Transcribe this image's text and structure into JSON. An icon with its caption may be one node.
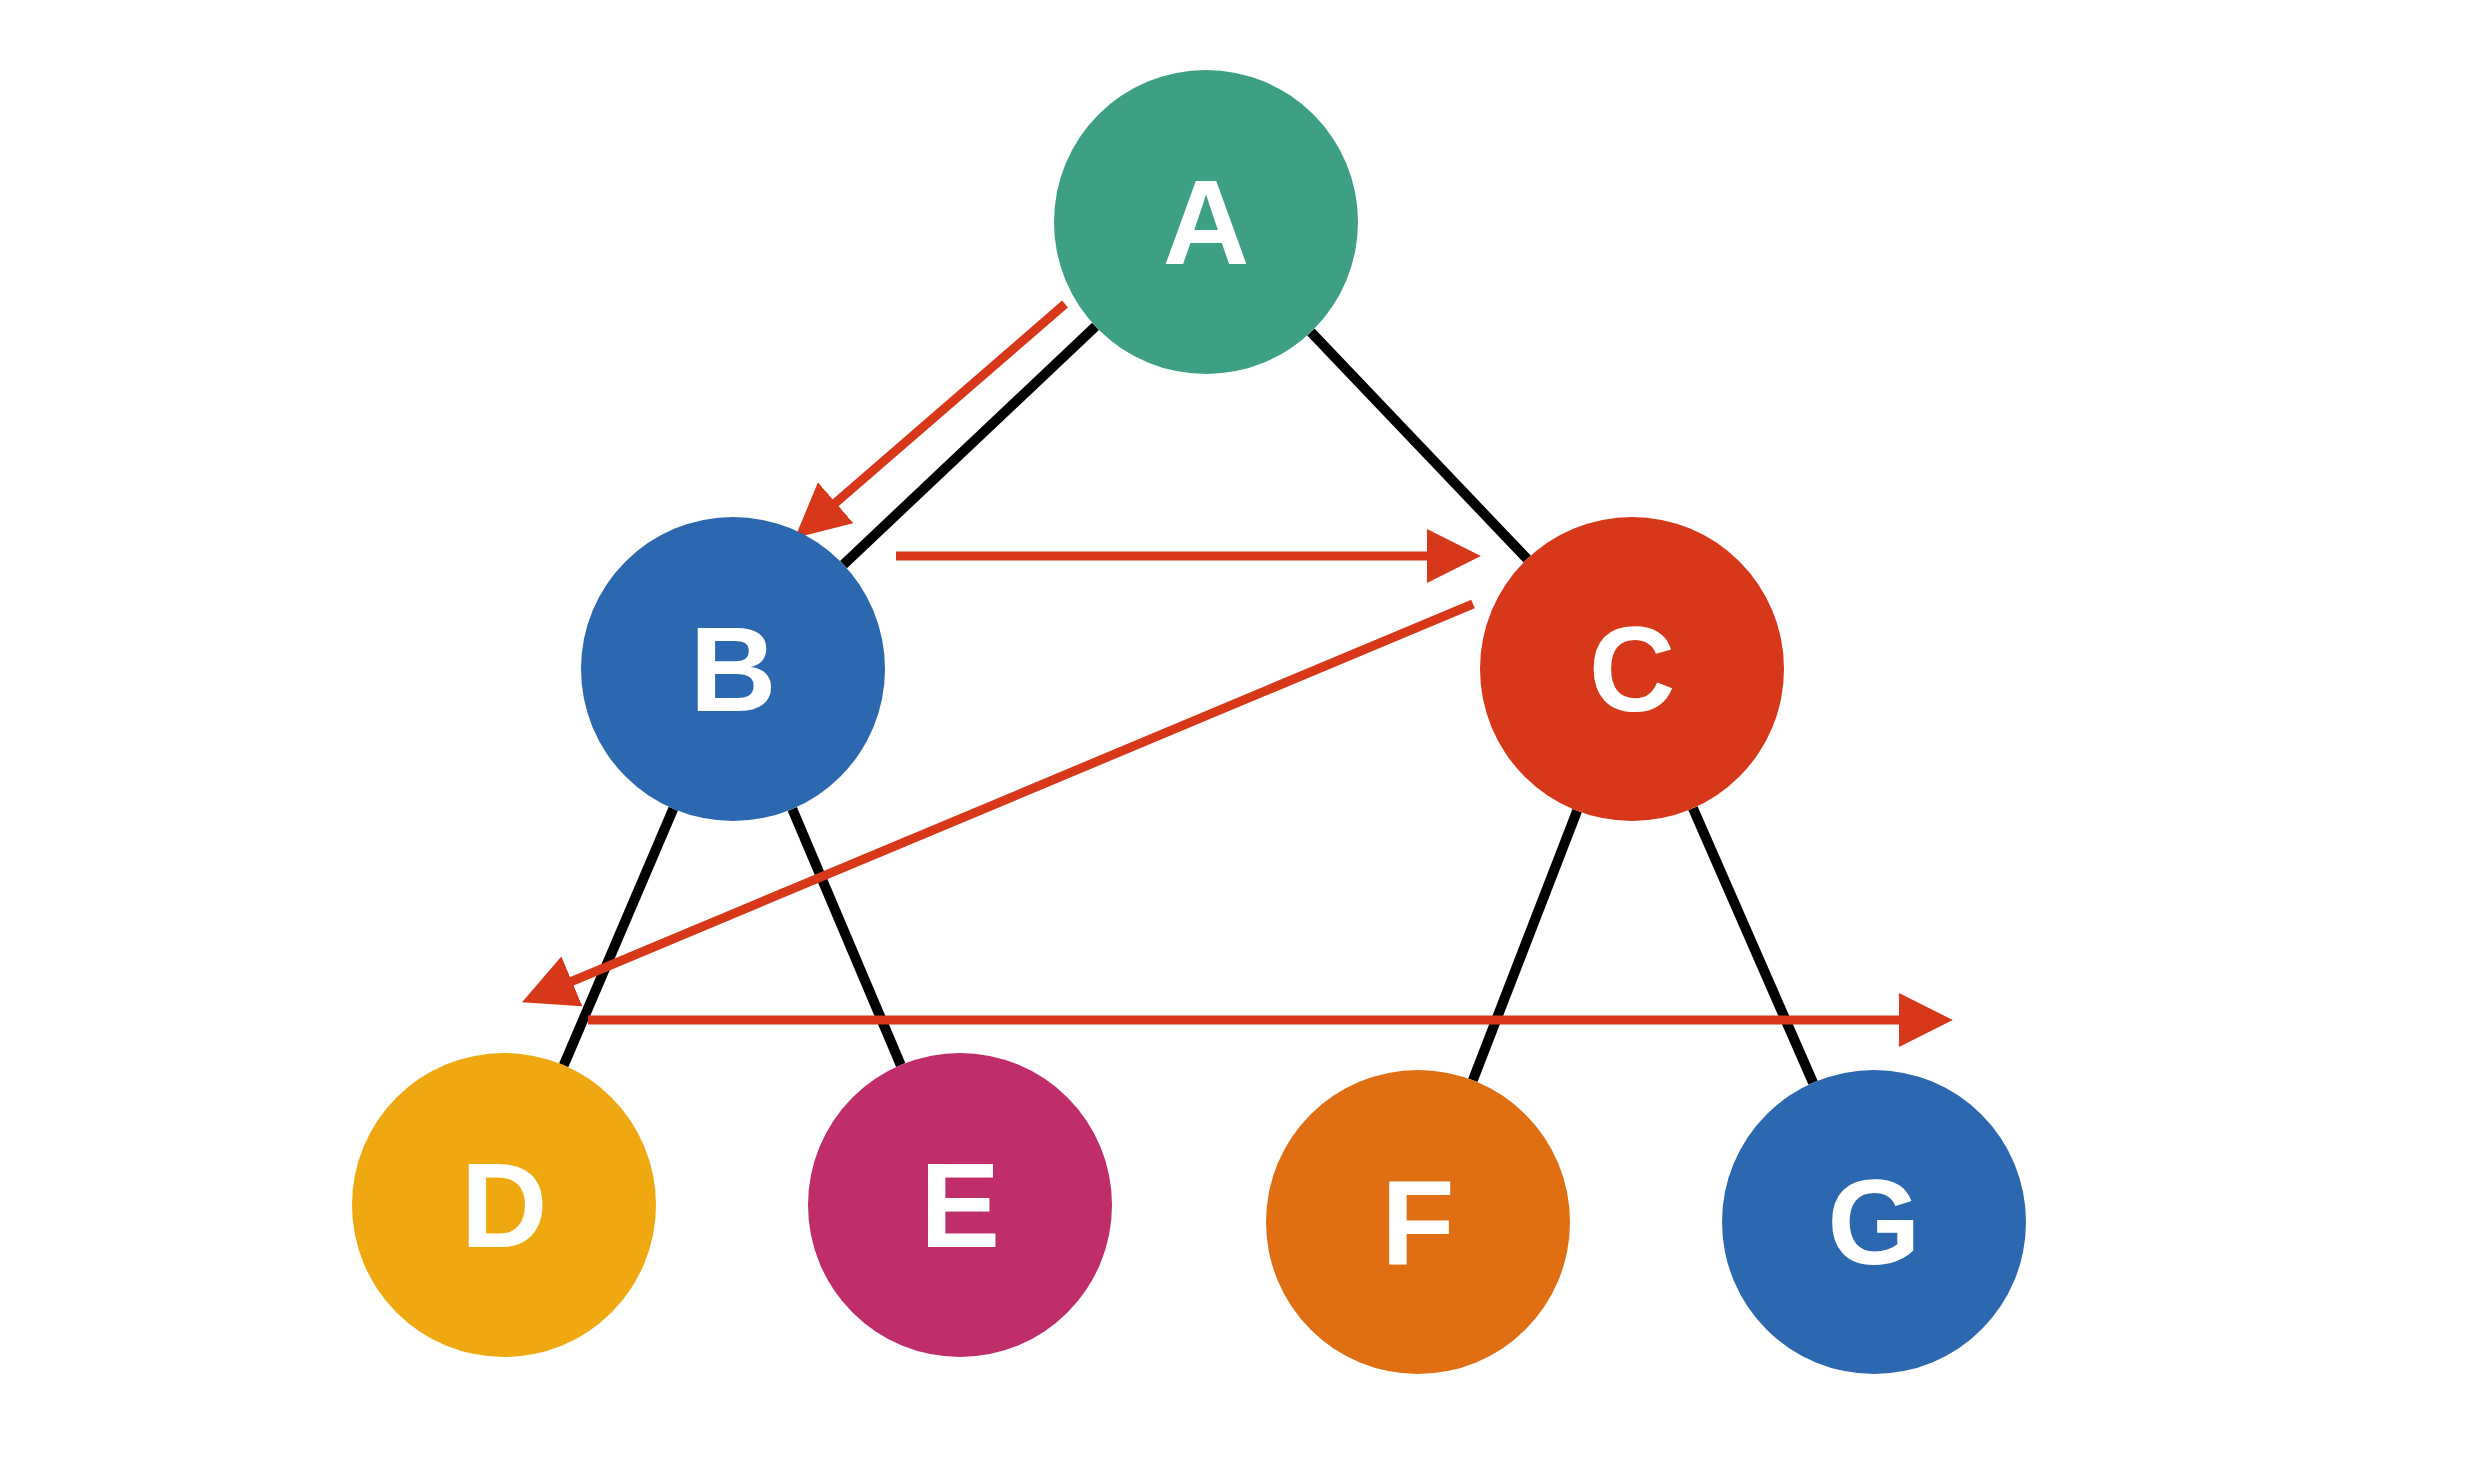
{
  "diagram": {
    "nodes": [
      {
        "text": [
          "A"
        ]
      },
      {
        "text": [
          "B"
        ]
      },
      {
        "text": [
          "C"
        ]
      },
      {
        "text": [
          "D"
        ]
      },
      {
        "text": [
          "E"
        ]
      },
      {
        "text": [
          "F"
        ]
      },
      {
        "text": [
          "G"
        ]
      }
    ],
    "edges": [
      {
        "from": 0,
        "to": 1,
        "arrow": "none"
      },
      {
        "from": 0,
        "to": 2,
        "arrow": "none"
      },
      {
        "from": 1,
        "to": 3,
        "arrow": "none"
      },
      {
        "from": 1,
        "to": 4,
        "arrow": "none"
      },
      {
        "from": 2,
        "to": 5,
        "arrow": "none"
      },
      {
        "from": 2,
        "to": 6,
        "arrow": "none"
      },
      {
        "from": 0,
        "to": 1,
        "arrow": "to",
        "color": "#d8381a"
      },
      {
        "from": 1,
        "to": 2,
        "arrow": "to",
        "color": "#d8381a"
      },
      {
        "from": 2,
        "to": 3,
        "arrow": "to",
        "color": "#d8381a"
      },
      {
        "from": 3,
        "to": 6,
        "arrow": "to",
        "color": "#d8381a"
      }
    ]
  }
}
